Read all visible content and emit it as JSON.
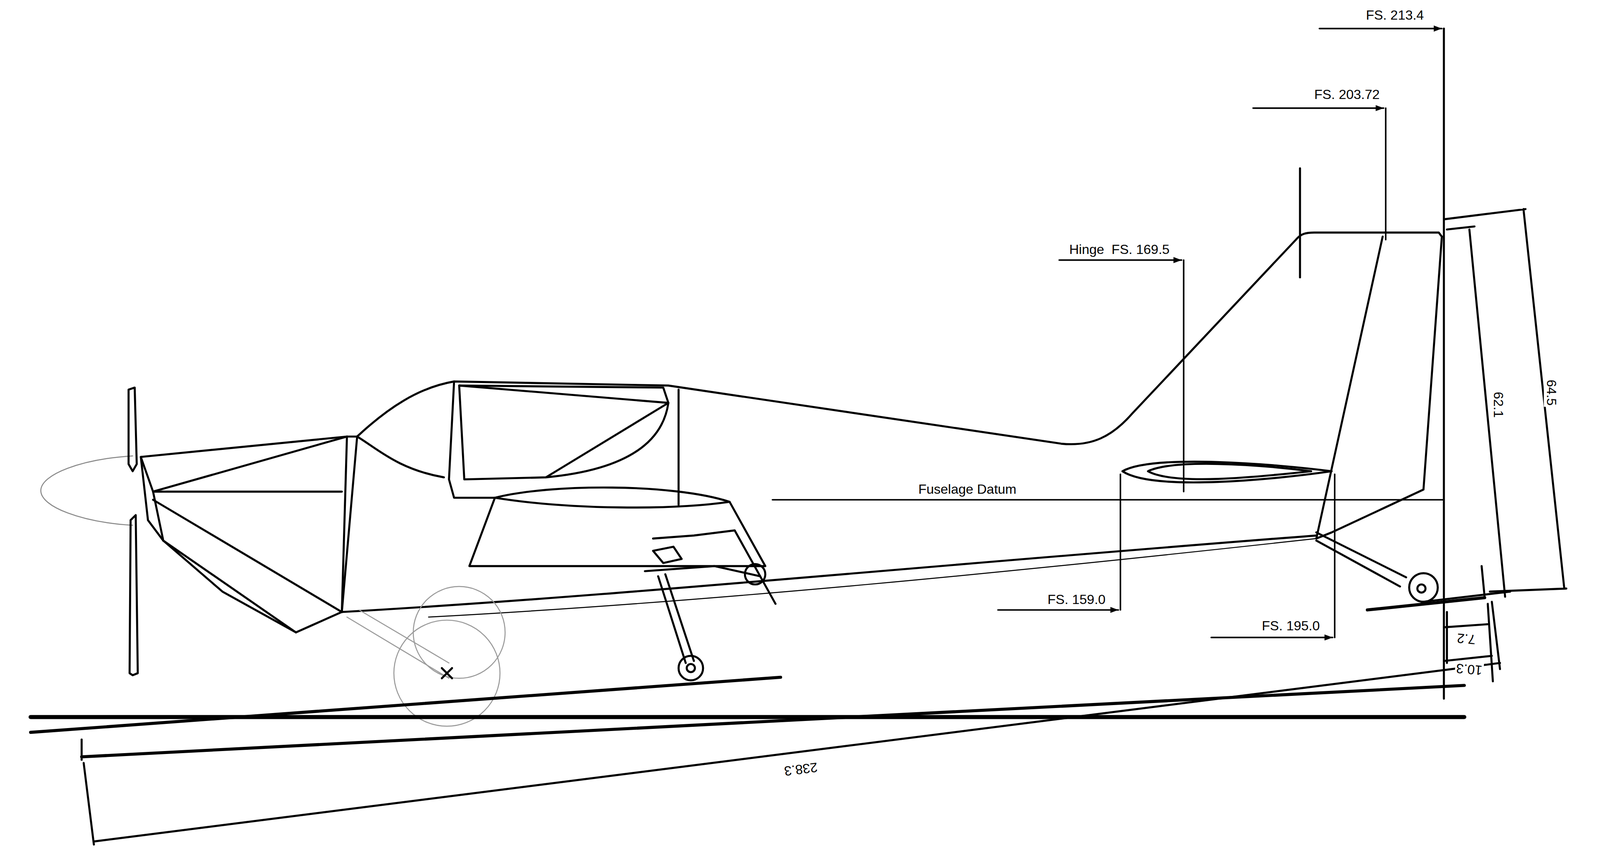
{
  "diagram": {
    "labels": [
      "FS. 213.4",
      "FS. 203.72",
      "Hinge  FS. 169.5",
      "Fuselage Datum",
      "FS. 159.0",
      "FS. 195.0",
      "62.1",
      "64.5",
      "7.2",
      "10.3",
      "238.3"
    ]
  }
}
